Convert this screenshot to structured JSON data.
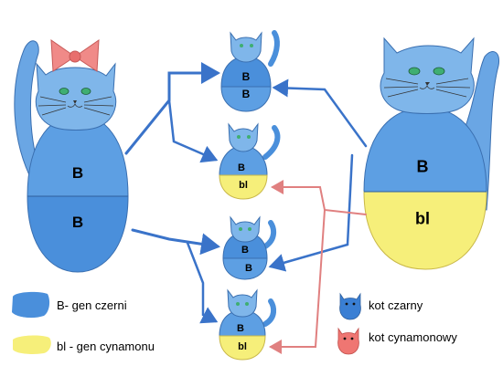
{
  "colors": {
    "black_gene_blue": "#5b9be0",
    "blue_dark": "#2f6fc2",
    "cinnamon_yellow": "#f6ef7a",
    "bow_red": "#f08a88",
    "arrow_blue": "#3a73c9",
    "arrow_red": "#e08080",
    "eye_green": "#3fae72"
  },
  "parents": {
    "mother": {
      "top_allele": "B",
      "bottom_allele": "B",
      "accessory": "bow-icon"
    },
    "father": {
      "top_allele": "B",
      "bottom_allele": "bl"
    }
  },
  "offspring": [
    {
      "top_allele": "B",
      "bottom_allele": "B",
      "phenotype": "kot czarny"
    },
    {
      "top_allele": "B",
      "bottom_allele": "bl",
      "phenotype": "kot czarny"
    },
    {
      "top_allele": "B",
      "bottom_allele": "B",
      "phenotype": "kot czarny"
    },
    {
      "top_allele": "B",
      "bottom_allele": "bl",
      "phenotype": "kot czarny"
    }
  ],
  "legend": {
    "black_gene": "B- gen czerni",
    "cinnamon_gene": "bl - gen cynamonu",
    "black_cat": "kot czarny",
    "cinnamon_cat": "kot cynamonowy"
  }
}
